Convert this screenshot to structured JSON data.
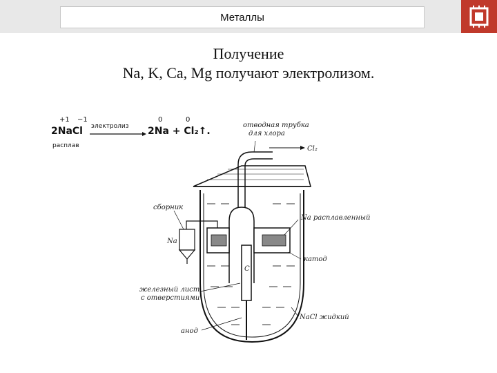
{
  "slide": {
    "title": "Металлы",
    "heading_line1": "Получение",
    "heading_line2": "Na, K, Ca, Mg получают электролизом."
  },
  "equation": {
    "ox_left_plus": "+1",
    "ox_left_minus": "−1",
    "ox_right_na": "0",
    "ox_right_cl": "0",
    "reactant": "2NaCl",
    "condition": "электролиз",
    "products": "2Na + Cl₂↑.",
    "state": "расплав"
  },
  "diagram": {
    "labels": {
      "outlet_pipe_line1": "отводная трубка",
      "outlet_pipe_line2": "для хлора",
      "chlorine": "Cl₂",
      "collector": "сборник",
      "na_collector": "Na",
      "na_molten": "Na расплавленный",
      "cathode": "катод",
      "carbon": "C",
      "iron_sheet_line1": "железный лист",
      "iron_sheet_line2": "с отверстиями",
      "nacl_liquid": "NaCl жидкий",
      "anode": "анод"
    }
  }
}
